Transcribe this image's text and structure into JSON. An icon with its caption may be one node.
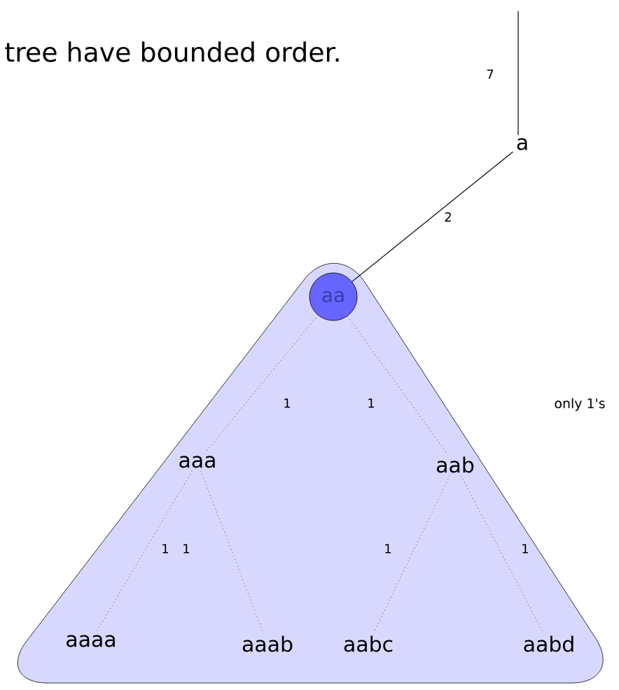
{
  "diagram": {
    "nodes": [
      {
        "text": [],
        "shape": "triangle"
      },
      {
        "text": [
          "a"
        ]
      },
      {
        "text": [
          "aa"
        ],
        "in": 0
      },
      {
        "text": [
          "aaa"
        ],
        "in": 0
      },
      {
        "text": [
          "aab"
        ],
        "in": 0
      },
      {
        "text": [
          "aaaa"
        ],
        "in": 0
      },
      {
        "text": [
          "aaab"
        ],
        "in": 0
      },
      {
        "text": [
          "aabc"
        ],
        "in": 0
      },
      {
        "text": [
          "aabd"
        ],
        "in": 0
      }
    ],
    "edges": [
      {
        "from": null,
        "to": 1,
        "arrow": "none",
        "label": "7",
        "color": "#000000"
      },
      {
        "from": 1,
        "to": 2,
        "arrow": "none",
        "label": "2",
        "color": "#000000"
      },
      {
        "from": 2,
        "to": 3,
        "arrow": "none",
        "label": "1",
        "style": "dashed",
        "color": "#808080"
      },
      {
        "from": 2,
        "to": 4,
        "arrow": "none",
        "label": "1",
        "style": "dashed",
        "color": "#808080"
      },
      {
        "from": 3,
        "to": 5,
        "arrow": "none",
        "label": "1",
        "style": "dashed",
        "color": "#808080"
      },
      {
        "from": 3,
        "to": 6,
        "arrow": "none",
        "label": "1",
        "style": "dashed",
        "color": "#808080"
      },
      {
        "from": 4,
        "to": 7,
        "arrow": "none",
        "label": "1",
        "style": "dashed",
        "color": "#808080"
      },
      {
        "from": 4,
        "to": 8,
        "arrow": "none",
        "label": "1",
        "style": "dashed",
        "color": "#808080"
      }
    ],
    "labels": [
      "tree have bounded order.",
      "only 1's"
    ]
  }
}
